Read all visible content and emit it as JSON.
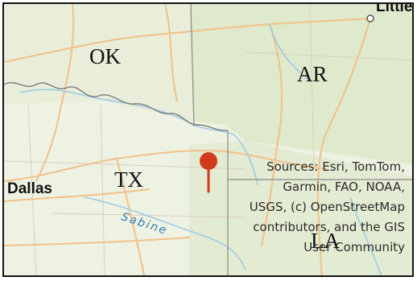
{
  "map": {
    "state_labels": {
      "ok": "OK",
      "ar": "AR",
      "tx": "TX",
      "la": "LA"
    },
    "city_labels": {
      "dallas": "Dallas",
      "little_rock_partial": "Little"
    },
    "river_labels": {
      "sabine": "Sabine"
    },
    "attribution": "Sources:  Esri, TomTom,\nGarmin, FAO, NOAA,\nUSGS, (c) OpenStreetMap\ncontributors, and the GIS\nUser Community",
    "marker": {
      "icon": "map-pin-icon",
      "color": "#d23a1c"
    },
    "colors": {
      "land": "#eef2e3",
      "forest": "#dde8c8",
      "water": "#9fcbe6",
      "road": "#f4c58d",
      "state_border": "#8a8a8a",
      "county_line": "#cfc6b8"
    }
  }
}
